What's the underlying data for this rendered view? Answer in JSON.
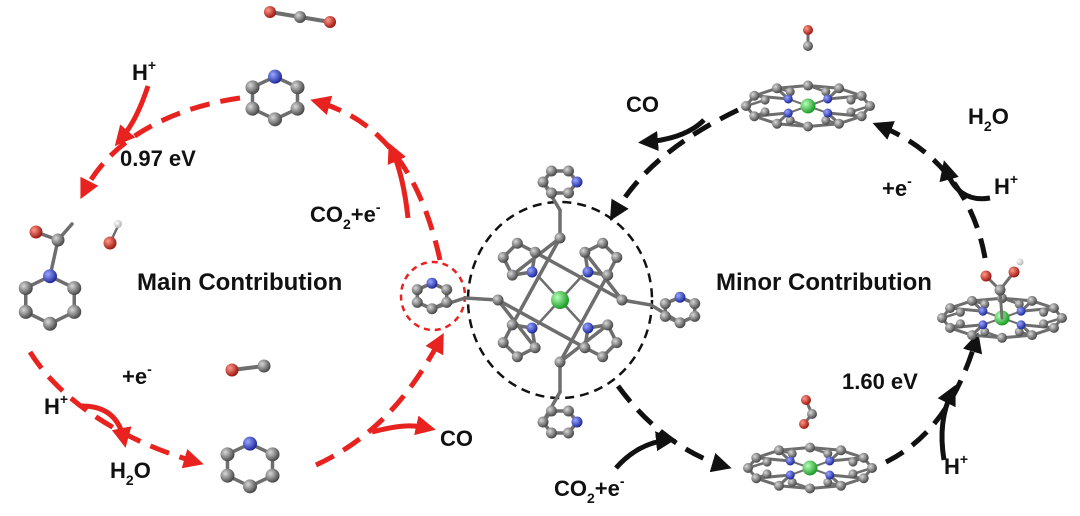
{
  "labels": {
    "main_cycle": "Main Contribution",
    "minor_cycle": "Minor Contribution",
    "main_barrier": "0.97 eV",
    "minor_barrier": "1.60 eV"
  },
  "species": {
    "h_plus": {
      "base": "H",
      "sup": "+"
    },
    "electron": {
      "base": "+e",
      "sup": "-"
    },
    "co2_electron": {
      "base": "CO",
      "sub": "2",
      "rest": "+e",
      "sup": "-"
    },
    "water": {
      "base": "H",
      "sub": "2",
      "rest": "O"
    },
    "carbon_monoxide": "CO"
  },
  "colors": {
    "main_cycle": "#e8231f",
    "minor_cycle": "#111111",
    "carbon": "#6b6b6b",
    "nitrogen": "#3d4fd6",
    "oxygen": "#d23a2a",
    "metal_center": "#3dd64a",
    "hydrogen": "#f2f2f2"
  }
}
